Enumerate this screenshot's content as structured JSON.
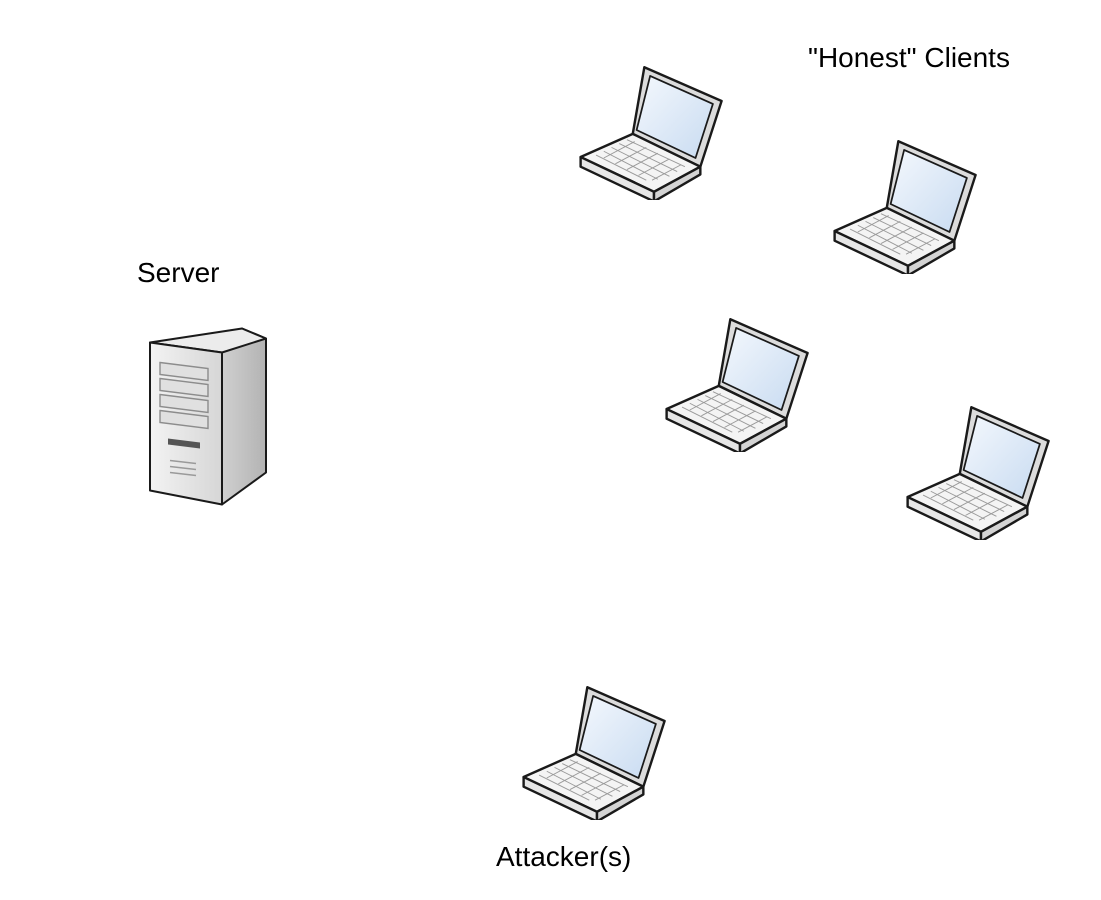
{
  "labels": {
    "server": "Server",
    "honest_clients": "\"Honest\" Clients",
    "attacker": "Attacker(s)"
  },
  "nodes": {
    "server": {
      "icon": "server-tower-icon"
    },
    "honest_clients": [
      {
        "icon": "laptop-icon"
      },
      {
        "icon": "laptop-icon"
      },
      {
        "icon": "laptop-icon"
      },
      {
        "icon": "laptop-icon"
      }
    ],
    "attacker": {
      "icon": "laptop-icon"
    }
  },
  "colors": {
    "outline": "#1a1a1a",
    "screen": "#dde9f7",
    "body": "#f2f2f2",
    "server_front": "#e4e4e4",
    "server_side": "#c9c9c9"
  }
}
